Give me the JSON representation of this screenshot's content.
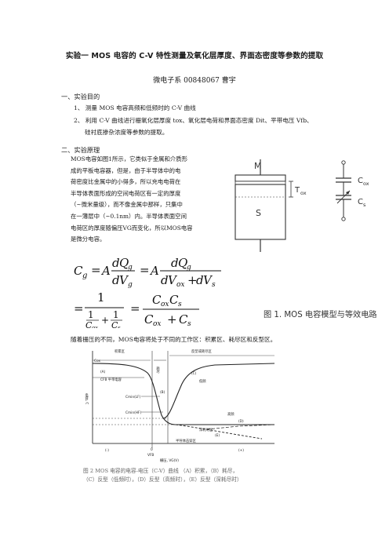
{
  "header": {
    "title": "实验一  MOS 电容的 C-V 特性测量及氧化层厚度、界面态密度等参数的提取",
    "author": "微电子系  00848067  曹宇"
  },
  "section1": {
    "heading": "一、实验目的",
    "items": [
      "1、 测量 MOS 电容高频和低频时的 C-V 曲线",
      "2、 利用 C-V 曲线进行栅氧化层厚度 tox、氧化层电荷和界面态密度 Dit、平带电压 Vfb、",
      "硅衬底掺杂浓度等参数的提取。"
    ]
  },
  "section2": {
    "heading": "二、实验原理",
    "para_lines": [
      "MOS电容如图1所示，它类似于金属和介质形",
      "成的平板电容器，但是，由于半导体中的电",
      "荷密度比金属中的小得多，所以充电电荷在",
      "半导体表面形成的空间电荷区有一定的厚度",
      "（~微米量级），而不像金属中那样，只集中",
      "在一薄层中（~0.1nm）内。半导体表面空间",
      "电荷区的厚度随偏压VG而变化，所以MOS电容",
      "是微分电容。"
    ],
    "after_equation": "随着栅压的不同，MOS电容将处于不同的工作区：积累区、耗尽区和反型区。"
  },
  "equation": {
    "lhs": "C",
    "lhs_sub": "g",
    "A": "A",
    "d": "d",
    "Q": "Q",
    "V": "V",
    "g": "g",
    "ox": "ox",
    "s": "s",
    "one": "1",
    "eq": "=",
    "plus": "+"
  },
  "figure1": {
    "labels": {
      "M": "M",
      "Tox": "T",
      "Tox_sub": "ox",
      "S": "S",
      "Cox": "C",
      "Cox_sub": "ox",
      "Cs": "C",
      "Cs_sub": "s"
    },
    "caption": "图 1. MOS 电容模型与等效电路"
  },
  "figure2": {
    "region_labels": [
      "积累区",
      "反型或耗尽区",
      "耗尽"
    ],
    "curve_labels": [
      "(A)",
      "(B)",
      "(C)",
      "(D)",
      "(E)",
      "低频",
      "高频",
      "深耗尽区",
      "半导体击穿区"
    ],
    "y_ticks": [
      "Cox",
      "CFB 平带电容",
      "Cmin(LF)",
      "Cmin(HF)"
    ],
    "x_ticks": [
      "(-)",
      "0",
      "(+)"
    ],
    "x_sub": "VFB",
    "x_label": "栅压, VG(V)",
    "y_label": "电容, C",
    "caption_line1": "图 2    MOS 电容的电容-电压（C-V）曲线    （A）积累，（B）耗尽，",
    "caption_line2": "（C）反型（低频时），（D）反型（高频时），（E）反型（深耗尽时）"
  }
}
